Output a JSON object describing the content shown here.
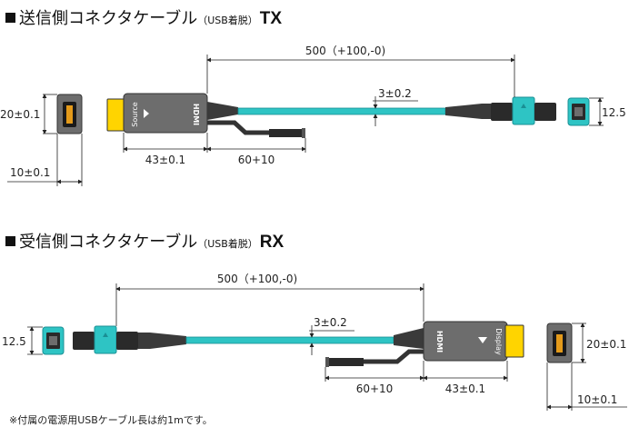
{
  "tx": {
    "heading": "送信側コネクタケーブル",
    "heading_note": "（USB着脱）",
    "heading_code": "TX",
    "source_label": "Source",
    "hdmi_logo": "HDMI",
    "dims": {
      "total_length": "500（+100,-0)",
      "cable_diameter": "3±0.2",
      "plug_height": "20±0.1",
      "plug_depth": "10±0.1",
      "body_length": "43±0.1",
      "usb_length": "60+10",
      "small_plug": "12.5"
    }
  },
  "rx": {
    "heading": "受信側コネクタケーブル",
    "heading_note": "（USB着脱）",
    "heading_code": "RX",
    "display_label": "Display",
    "hdmi_logo": "HDMI",
    "dims": {
      "total_length": "500（+100,-0)",
      "cable_diameter": "3±0.2",
      "plug_height": "20±0.1",
      "plug_depth": "10±0.1",
      "body_length": "43±0.1",
      "usb_length": "60+10",
      "small_plug": "12.5"
    }
  },
  "footnote": "※付属の電源用USBケーブル長は約1mです。",
  "colors": {
    "cable": "#2ec4c4",
    "cable_dark": "#1a8f94",
    "plug_yellow": "#ffd400",
    "body_grey": "#6d6d6d",
    "body_dark": "#4a4a4a",
    "hdmi_pin": "#e39a1a",
    "boot": "#3a3a3a"
  }
}
